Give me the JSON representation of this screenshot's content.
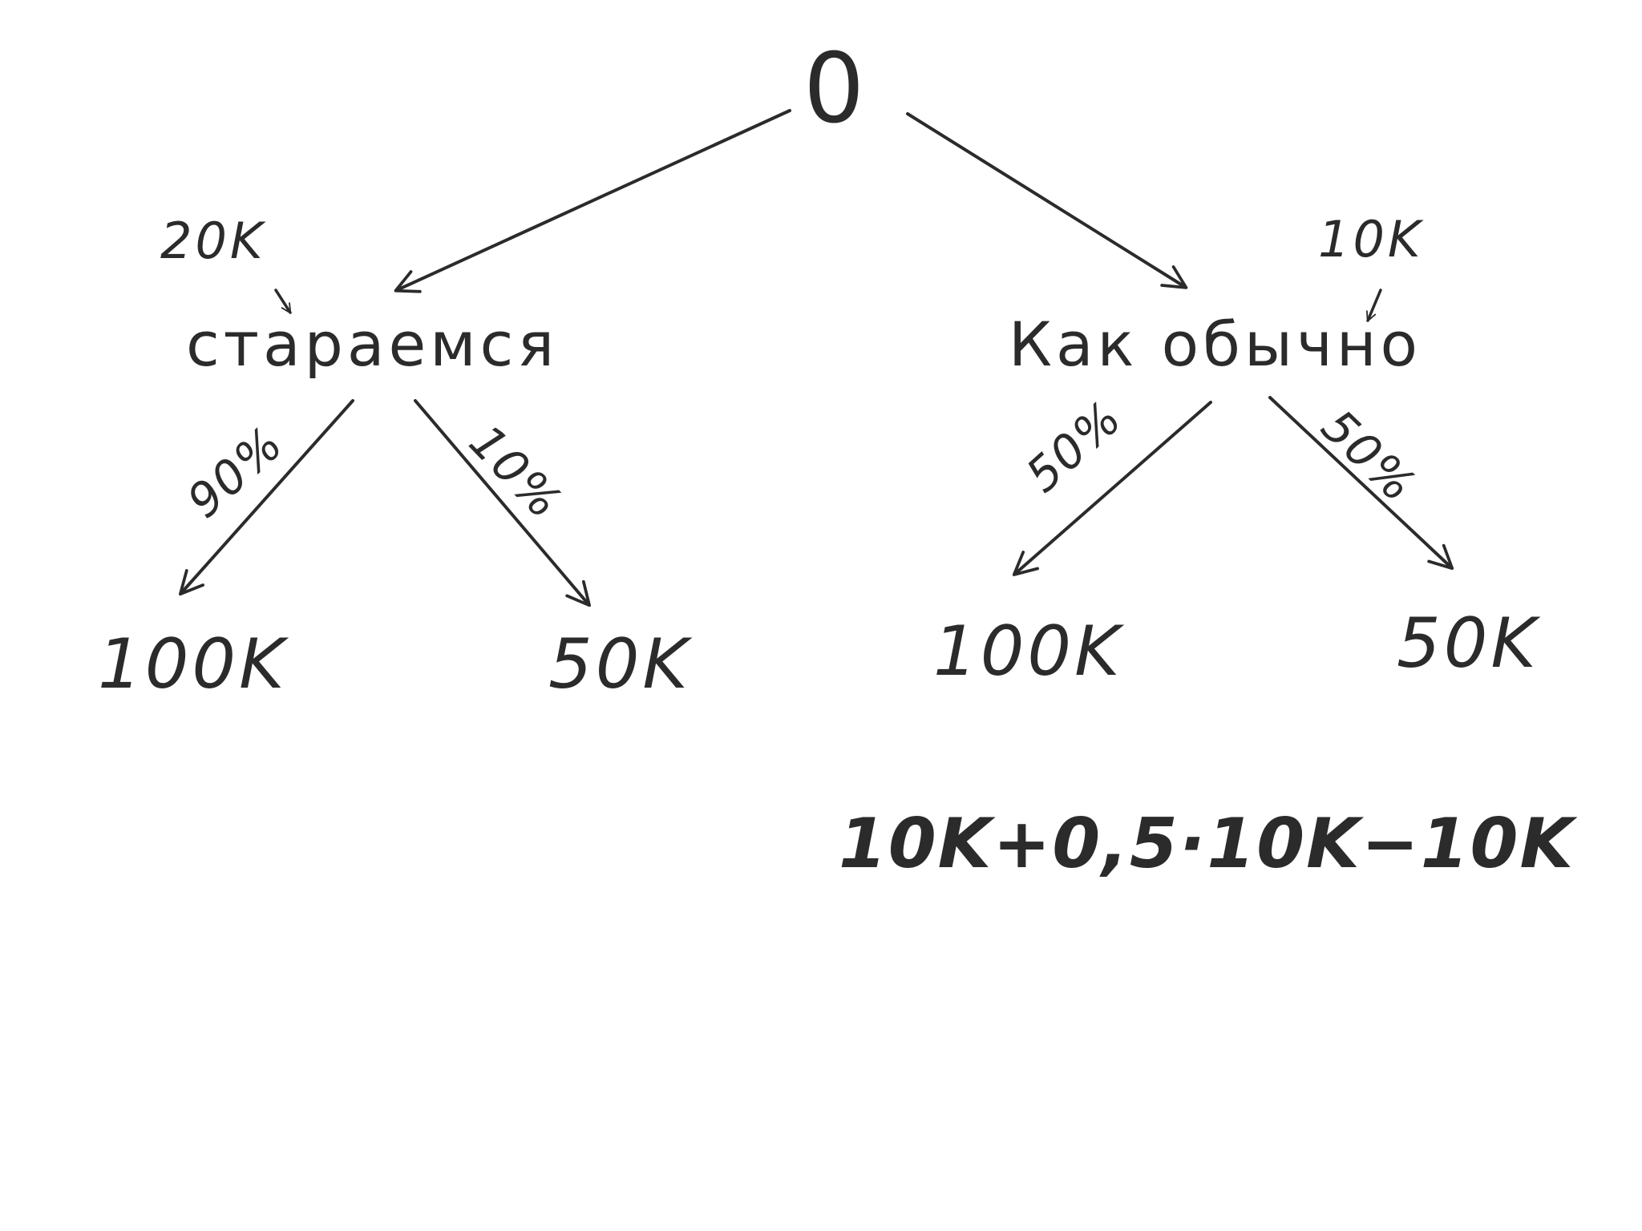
{
  "root": {
    "label": "0"
  },
  "branches": [
    {
      "id": "try",
      "label": "стараемся",
      "cost": "20K",
      "outcomes": [
        {
          "probability": "90%",
          "value": "100K"
        },
        {
          "probability": "10%",
          "value": "50K"
        }
      ]
    },
    {
      "id": "usual",
      "label": "Как обычно",
      "cost": "10K",
      "outcomes": [
        {
          "probability": "50%",
          "value": "100K"
        },
        {
          "probability": "50%",
          "value": "50K"
        }
      ]
    }
  ],
  "formula": "10K+0,5·10K−10K",
  "colors": {
    "ink": "#2b2b2b",
    "background": "#ffffff"
  }
}
